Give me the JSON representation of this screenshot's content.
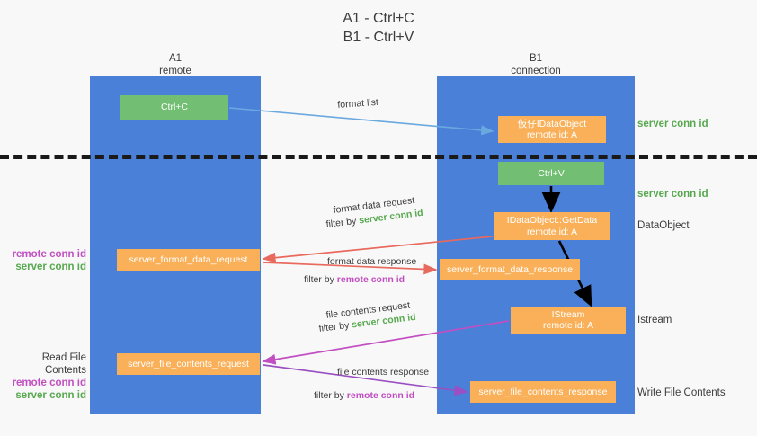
{
  "title": "A1 - Ctrl+C\nB1 - Ctrl+V",
  "columns": {
    "left": {
      "name": "A1",
      "role": "remote",
      "header": "A1\nremote"
    },
    "right": {
      "name": "B1",
      "role": "connection",
      "header": "B1\nconnection"
    }
  },
  "nodes": {
    "ctrl_c": {
      "label": "Ctrl+C",
      "color": "#72be72",
      "lane": "A1"
    },
    "temp_dataobject": {
      "label": "仮仔IDataObject\nremote id: A",
      "color": "#f9b059",
      "lane": "B1"
    },
    "ctrl_v": {
      "label": "Ctrl+V",
      "color": "#72be72",
      "lane": "B1"
    },
    "getdata": {
      "label": "IDataObject::GetData\nremote id: A",
      "color": "#f9b059",
      "lane": "B1"
    },
    "server_format_data_request": {
      "label": "server_format_data_request",
      "color": "#f9b059",
      "lane": "A1"
    },
    "server_format_data_response": {
      "label": "server_format_data_response",
      "color": "#f9b059",
      "lane": "B1"
    },
    "istream": {
      "label": "IStream\nremote id: A",
      "color": "#f9b059",
      "lane": "B1"
    },
    "server_file_contents_request": {
      "label": "server_file_contents_request",
      "color": "#f9b059",
      "lane": "A1"
    },
    "server_file_contents_response": {
      "label": "server_file_contents_response",
      "color": "#f9b059",
      "lane": "B1"
    }
  },
  "right_annotations": {
    "server_conn_id_top": "server conn id",
    "server_conn_id_mid": "server conn id",
    "dataobject": "DataObject",
    "istream": "Istream",
    "write_file_contents": "Write File Contents"
  },
  "left_annotations": {
    "conn_pair": {
      "remote": "remote conn id",
      "server": "server conn id"
    },
    "read_file_contents": {
      "heading": "Read File Contents",
      "remote": "remote conn id",
      "server": "server conn id"
    }
  },
  "edges": {
    "format_list": "format list",
    "format_data_request": "format data request",
    "format_data_request_filter_prefix": "filter by ",
    "format_data_request_filter_key": "server conn id",
    "format_data_response": "format data response",
    "format_data_response_filter_prefix": "filter by ",
    "format_data_response_filter_key": "remote conn id",
    "file_contents_request": "file contents request",
    "file_contents_request_filter_prefix": "filter by ",
    "file_contents_request_filter_key": "server conn id",
    "file_contents_response": "file contents response",
    "file_contents_response_filter_prefix": "filter by ",
    "file_contents_response_filter_key": "remote conn id"
  },
  "colors": {
    "lane_blue": "#4a80d8",
    "node_orange": "#f9b059",
    "node_green": "#72be72",
    "server_conn_green": "#57a94f",
    "remote_conn_magenta": "#c24fc2",
    "arrow_lightblue": "#6aa8e0",
    "arrow_red": "#e8695e",
    "arrow_magenta": "#c24fc2",
    "arrow_purple": "#9a4fc2",
    "arrow_black": "#000000"
  }
}
